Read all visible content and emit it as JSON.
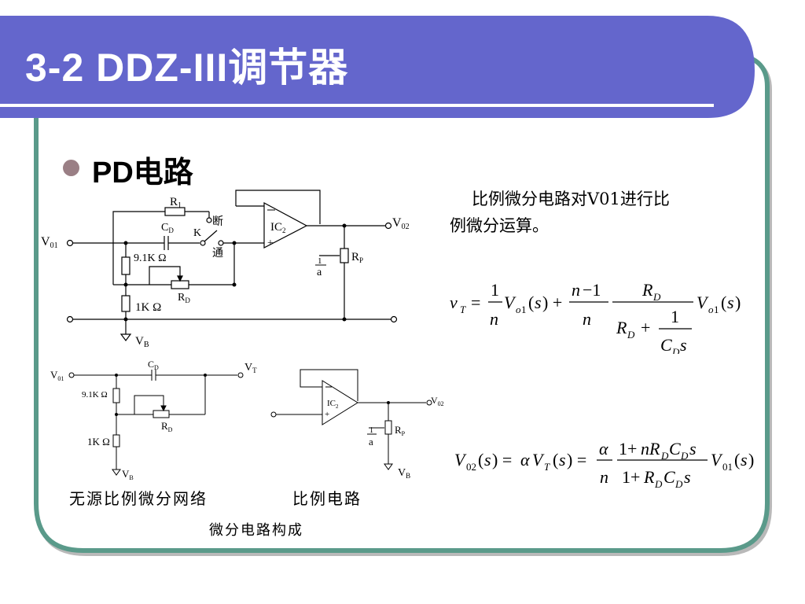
{
  "slide": {
    "title": "3-2  DDZ-III调节器",
    "bullet": "PD电路",
    "description": {
      "line1": "比例微分电路对V01进行比",
      "line2": "例微分运算。"
    },
    "captions": {
      "passive_network": "无源比例微分网络",
      "proportional_circuit": "比例电路",
      "composition": "微分电路构成"
    }
  },
  "circuit_top": {
    "r1": "R",
    "r1_sub": "1",
    "cd": "C",
    "cd_sub": "D",
    "switch_k": "K",
    "switch_open": "断",
    "switch_closed": "通",
    "r_91k": "9.1K Ω",
    "rd": "R",
    "rd_sub": "D",
    "r_1k": "1K Ω",
    "vb": "V",
    "vb_sub": "B",
    "v01": "V",
    "v01_sub": "01",
    "v02": "V",
    "v02_sub": "02",
    "ic": "IC",
    "ic_sub": "2",
    "rp": "R",
    "rp_sub": "P",
    "frac_num": "1",
    "frac_den": "a"
  },
  "circuit_left": {
    "v01": "V",
    "v01_sub": "01",
    "cd": "C",
    "cd_sub": "D",
    "vt": "V",
    "vt_sub": "T",
    "r_91k": "9.1K Ω",
    "rd": "R",
    "rd_sub": "D",
    "r_1k": "1K Ω",
    "vb": "V",
    "vb_sub": "B"
  },
  "circuit_right": {
    "v02": "V",
    "v02_sub": "02",
    "ic": "IC",
    "ic_sub": "2",
    "rp": "R",
    "rp_sub": "P",
    "frac_num": "1",
    "frac_den": "a",
    "vb": "V",
    "vb_sub": "B"
  },
  "colors": {
    "title_bar": "#6466cc",
    "frame": "#5a9a8a",
    "bullet": "#9a7f85"
  }
}
